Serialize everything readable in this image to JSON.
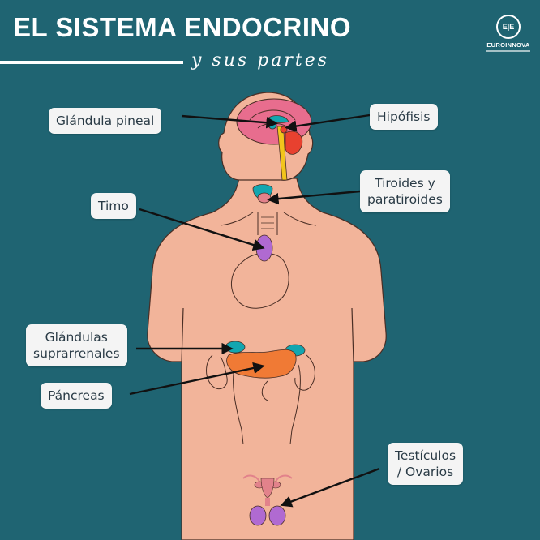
{
  "header": {
    "title": "EL SISTEMA ENDOCRINO",
    "subtitle": "y sus partes",
    "logo_name": "EUROINNOVA"
  },
  "colors": {
    "background": "#1f6472",
    "skin": "#f2b49a",
    "outline": "#4a2e25",
    "brain": "#e86d8e",
    "hypothalamus_teal": "#12a6b0",
    "pituitary_red": "#e8412f",
    "spinal_yellow": "#f2c51c",
    "thymus_purple": "#b06ad1",
    "pancreas_orange": "#f07a35",
    "reproductive_pink": "#e2828b",
    "label_bg": "#f4f4f4",
    "label_text": "#2a3b46"
  },
  "labels": {
    "pineal": "Glándula pineal",
    "pituitary": "Hipófisis",
    "thyroid_line1": "Tiroides y",
    "thyroid_line2": "paratiroides",
    "thymus": "Timo",
    "adrenal_line1": "Glándulas",
    "adrenal_line2": "suprarrenales",
    "pancreas": "Páncreas",
    "gonads_line1": "Testículos",
    "gonads_line2": "/ Ovarios"
  }
}
